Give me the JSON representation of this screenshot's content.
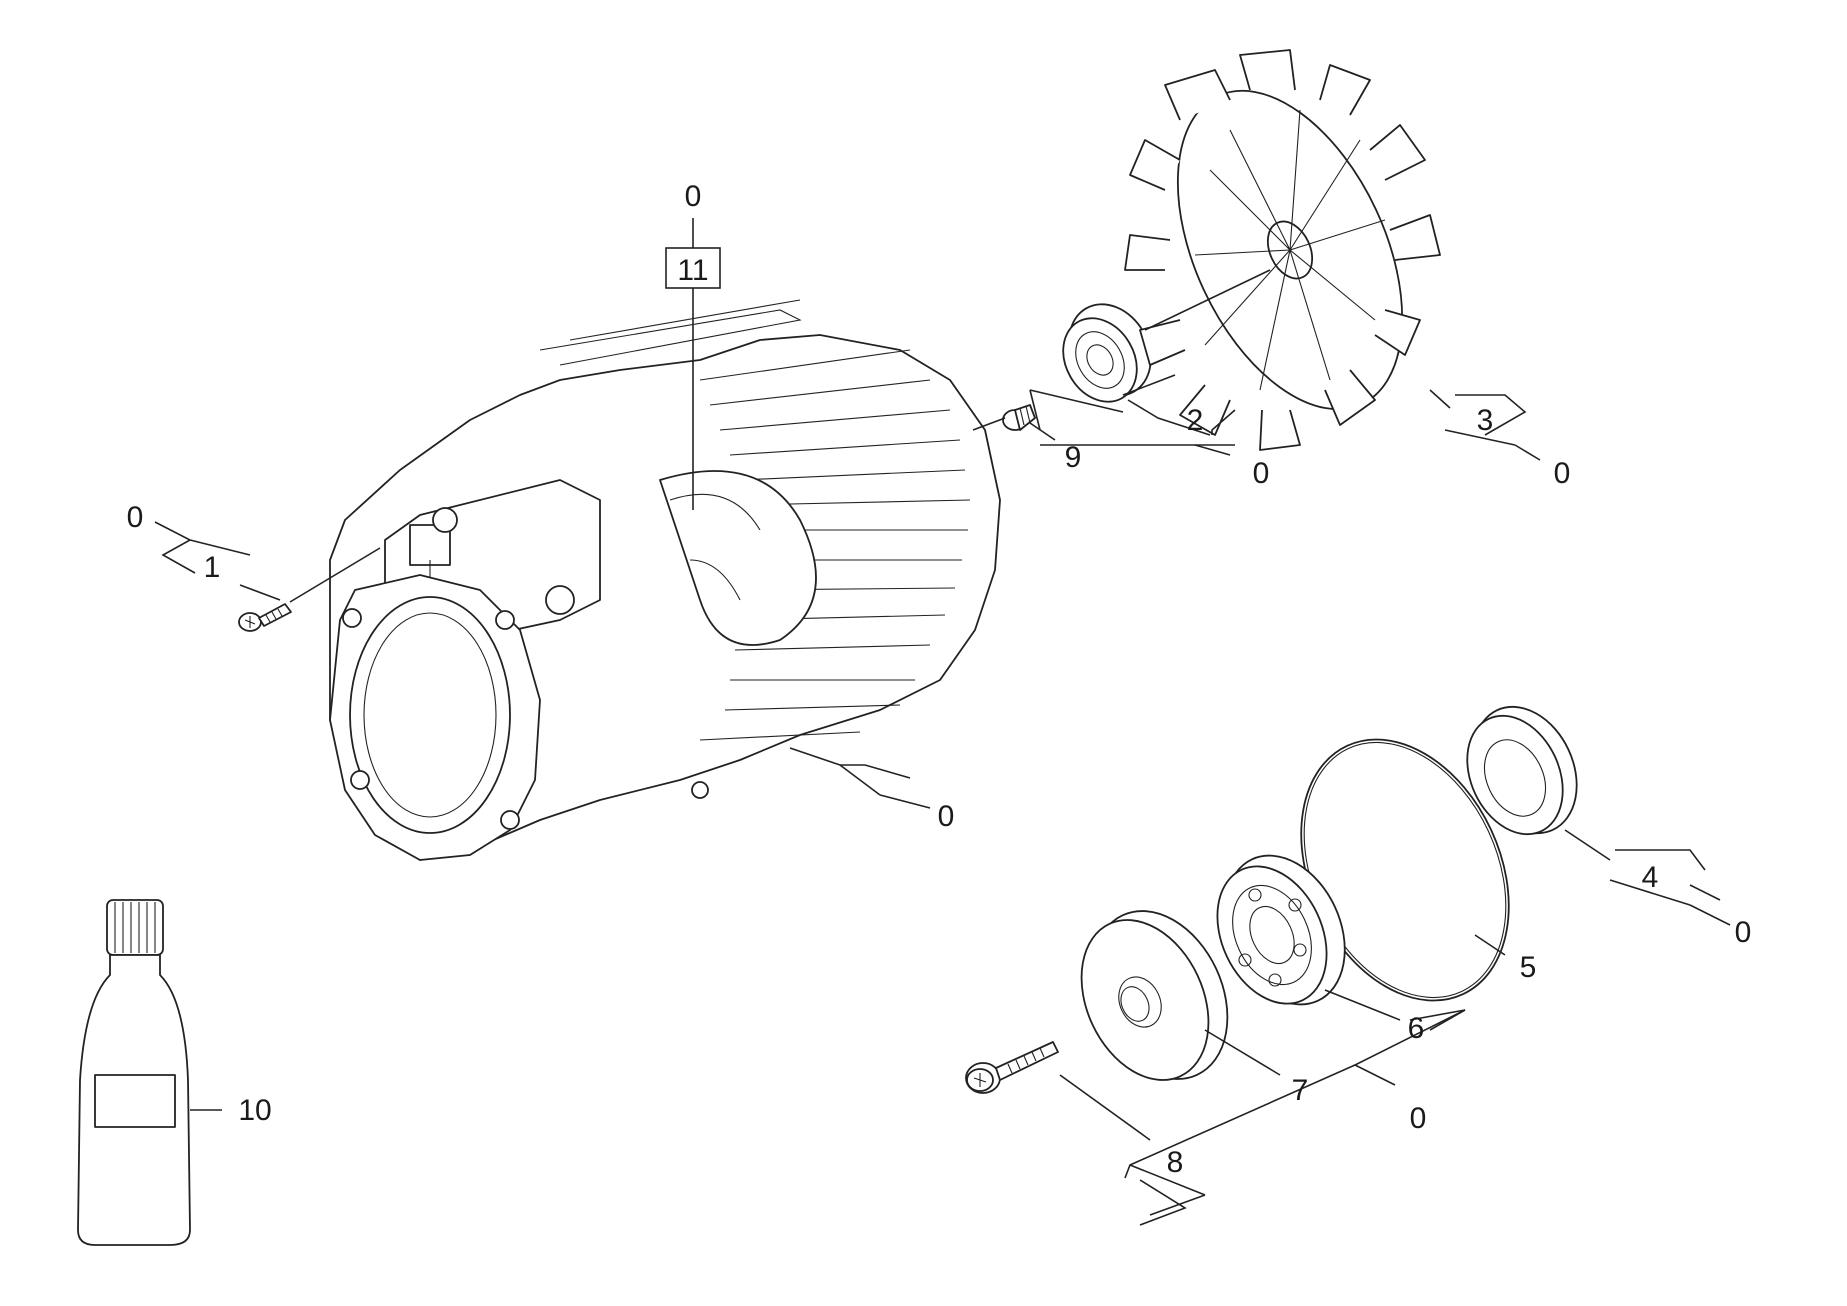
{
  "labels": {
    "l0_top": "0",
    "l11": "11",
    "l0_left": "0",
    "l1": "1",
    "l9": "9",
    "l2": "2",
    "l0_p2": "0",
    "l3": "3",
    "l0_p3": "0",
    "l0_housing": "0",
    "l4": "4",
    "l0_p4": "0",
    "l5": "5",
    "l6": "6",
    "l7": "7",
    "l0_kit": "0",
    "l8": "8",
    "l10": "10"
  }
}
